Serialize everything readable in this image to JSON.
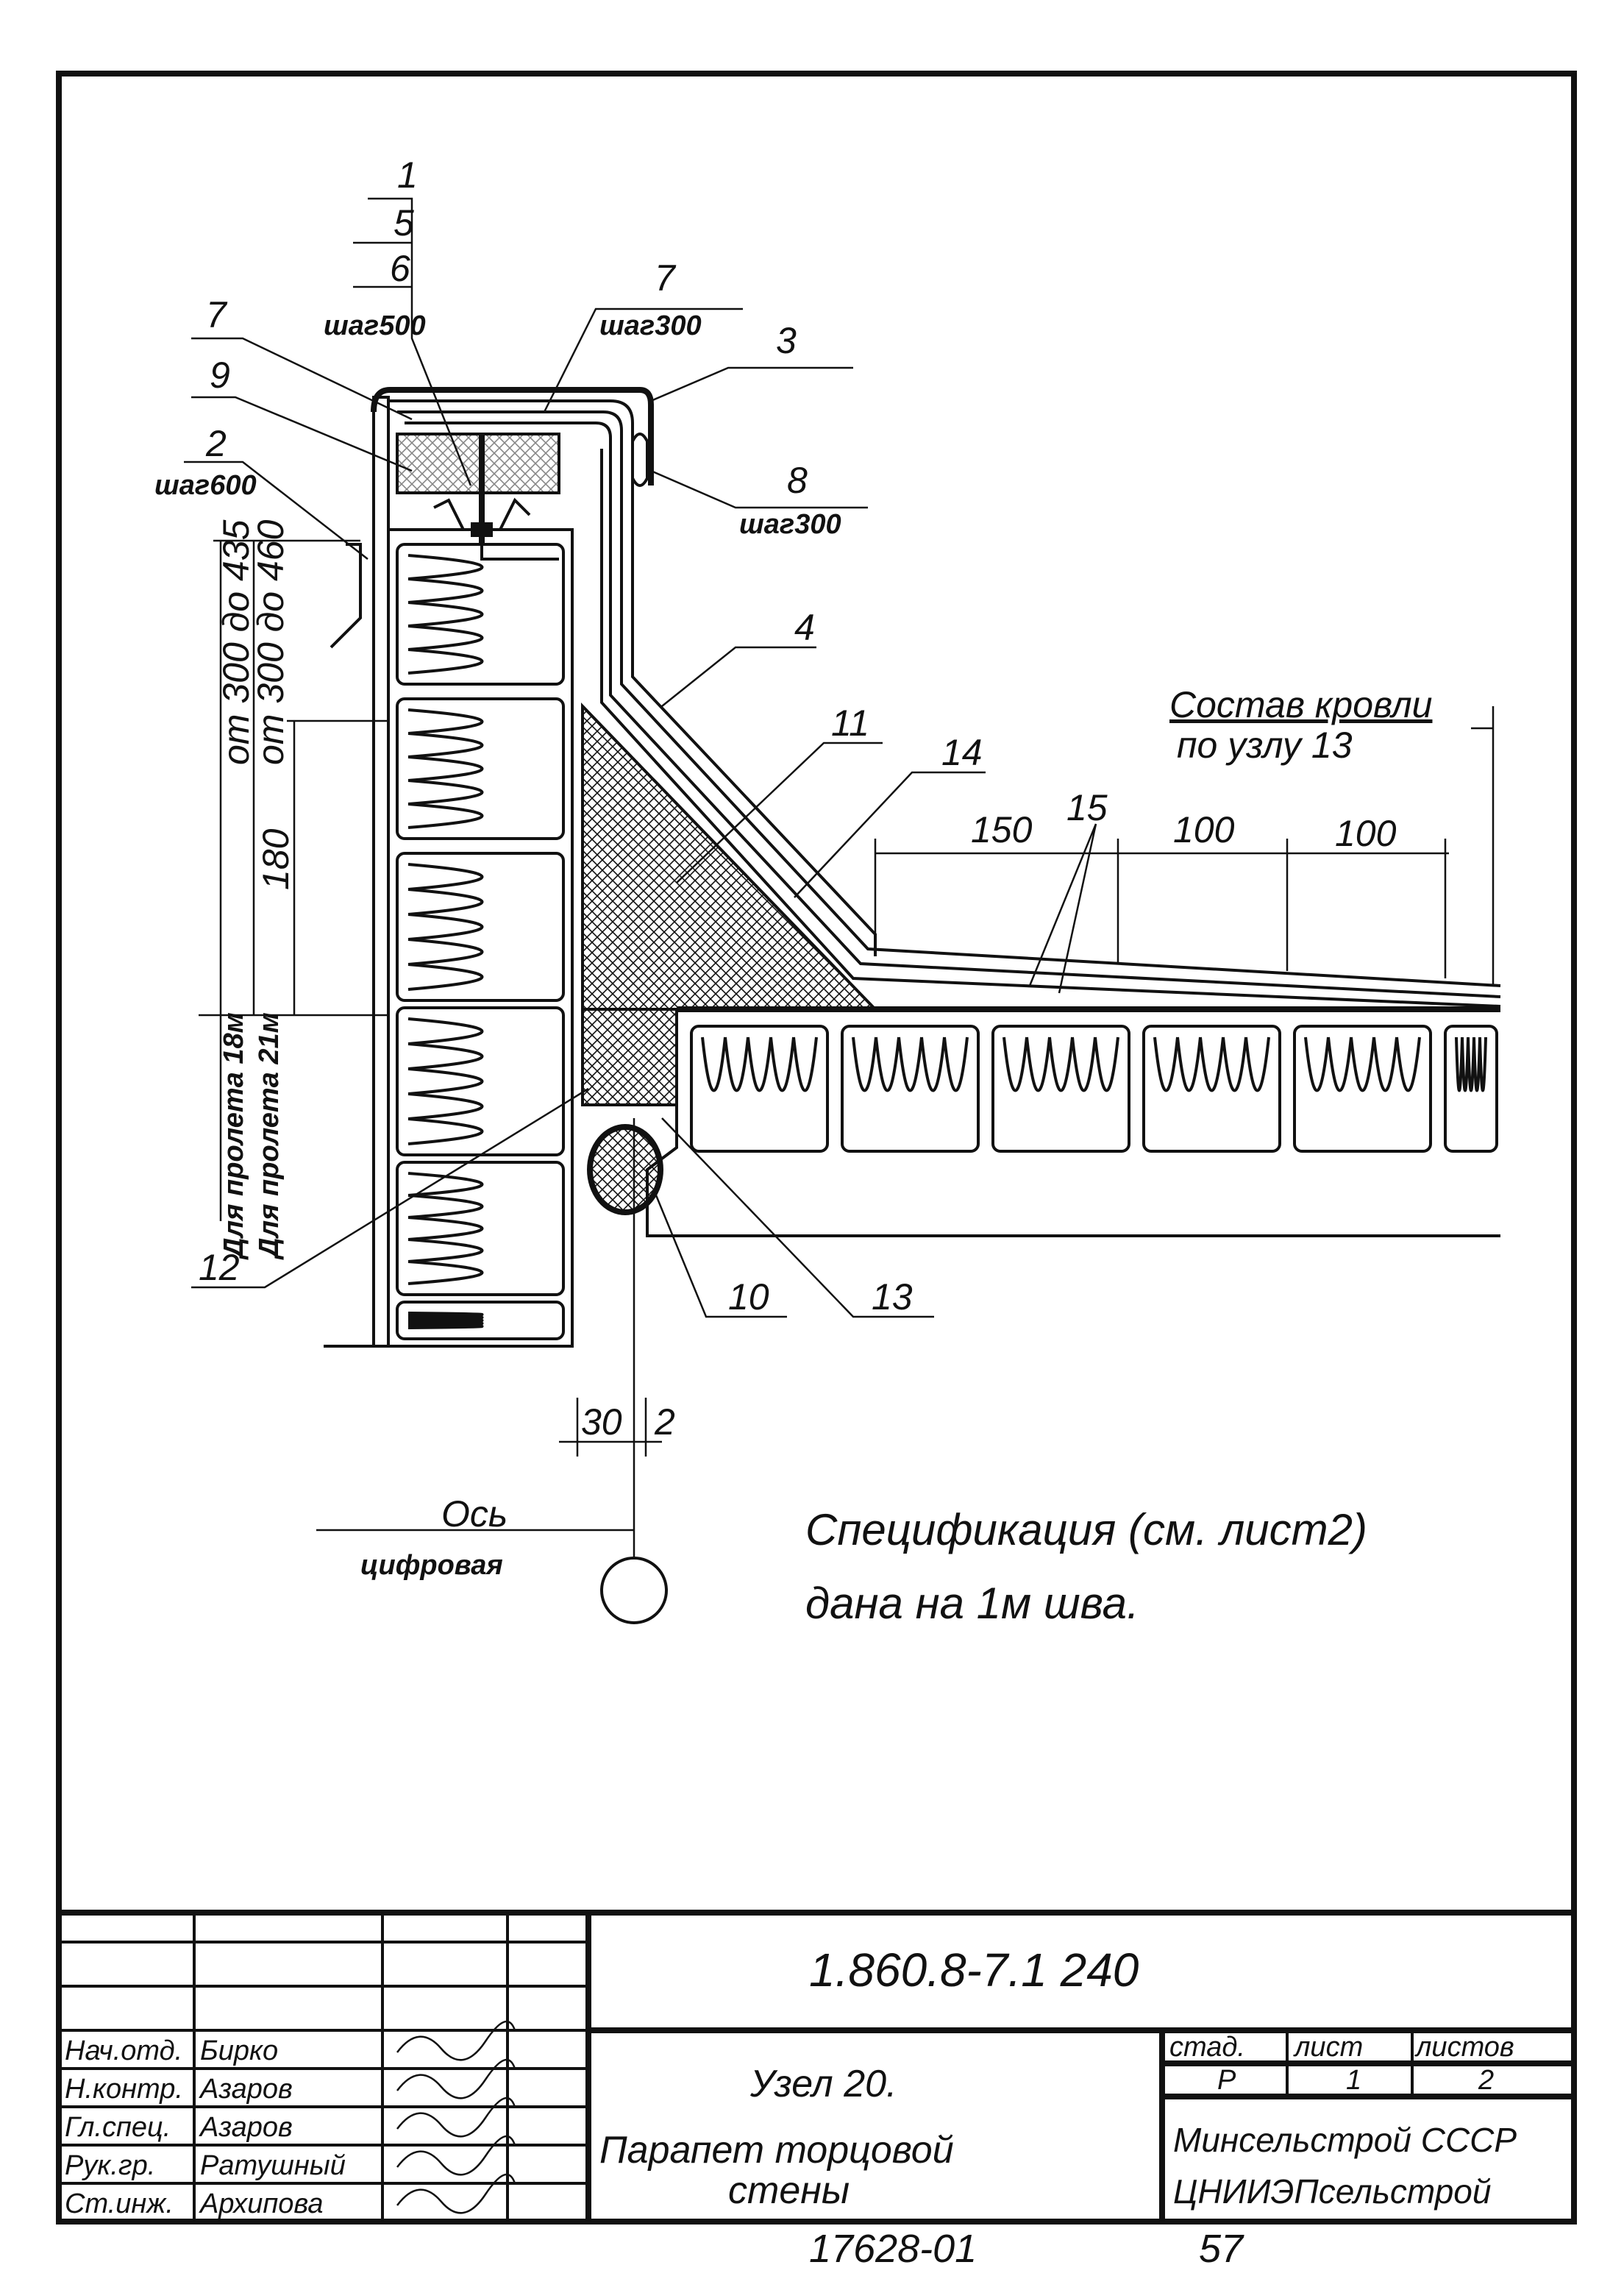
{
  "drawing": {
    "callouts": {
      "c1": "1",
      "c5": "5",
      "c6": "6",
      "step500": "шаг500",
      "c7_left": "7",
      "c9": "9",
      "c2": "2",
      "step600": "шаг600",
      "c7_right": "7",
      "step300_a": "шаг300",
      "c3": "3",
      "c8": "8",
      "step300_b": "шаг300",
      "c4": "4",
      "c11": "11",
      "c14": "14",
      "c15": "15",
      "c12": "12",
      "c10": "10",
      "c13": "13"
    },
    "roof_note_line1": "Состав кровли",
    "roof_note_line2": "по узлу 13",
    "dims": {
      "d150": "150",
      "d100a": "100",
      "d100b": "100",
      "d30": "30",
      "d2": "2",
      "v1": "от 300 до 435",
      "v2": "от 300 до 460",
      "v3": "180",
      "span18": "Для пролета 18м",
      "span21": "Для пролета 21м"
    },
    "axis_label_line1": "Ось",
    "axis_label_line2": "цифровая",
    "spec_line1": "Спецификация (см. лист2)",
    "spec_line2": "дана на 1м шва."
  },
  "title_block": {
    "doc_number": "1.860.8-7.1 240",
    "title_line1": "Узел 20.",
    "title_line2": "Парапет торцовой",
    "title_line3": "стены",
    "staff": [
      {
        "role": "Нач.отд.",
        "name": "Бирко"
      },
      {
        "role": "Н.контр.",
        "name": "Азаров"
      },
      {
        "role": "Гл.спец.",
        "name": "Азаров"
      },
      {
        "role": "Рук.гр.",
        "name": "Ратушный"
      },
      {
        "role": "Ст.инж.",
        "name": "Архипова"
      }
    ],
    "stage_header": "стад.",
    "sheet_header": "лист",
    "sheets_header": "листов",
    "stage": "Р",
    "sheet": "1",
    "sheets": "2",
    "org_line1": "Минсельстрой СССР",
    "org_line2": "ЦНИИЭПсельстрой"
  },
  "footer": {
    "archive_number": "17628-01",
    "page": "57"
  }
}
